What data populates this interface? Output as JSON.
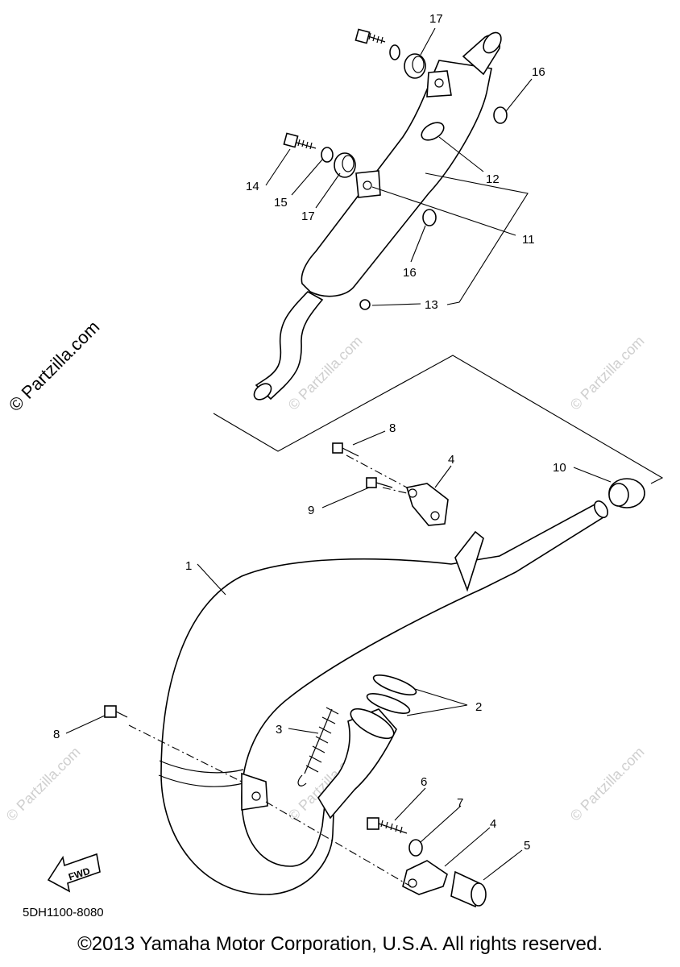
{
  "watermark": "© Partzilla.com",
  "callouts": {
    "c1": "1",
    "c2": "2",
    "c3": "3",
    "c4a": "4",
    "c4b": "4",
    "c5": "5",
    "c6": "6",
    "c7": "7",
    "c8a": "8",
    "c8b": "8",
    "c9": "9",
    "c10": "10",
    "c11": "11",
    "c12": "12",
    "c13": "13",
    "c14": "14",
    "c15": "15",
    "c16a": "16",
    "c16b": "16",
    "c17a": "17",
    "c17b": "17"
  },
  "fwd_label": "FWD",
  "part_code": "5DH1100-8080",
  "copyright": "©2013 Yamaha Motor Corporation, U.S.A. All rights reserved."
}
